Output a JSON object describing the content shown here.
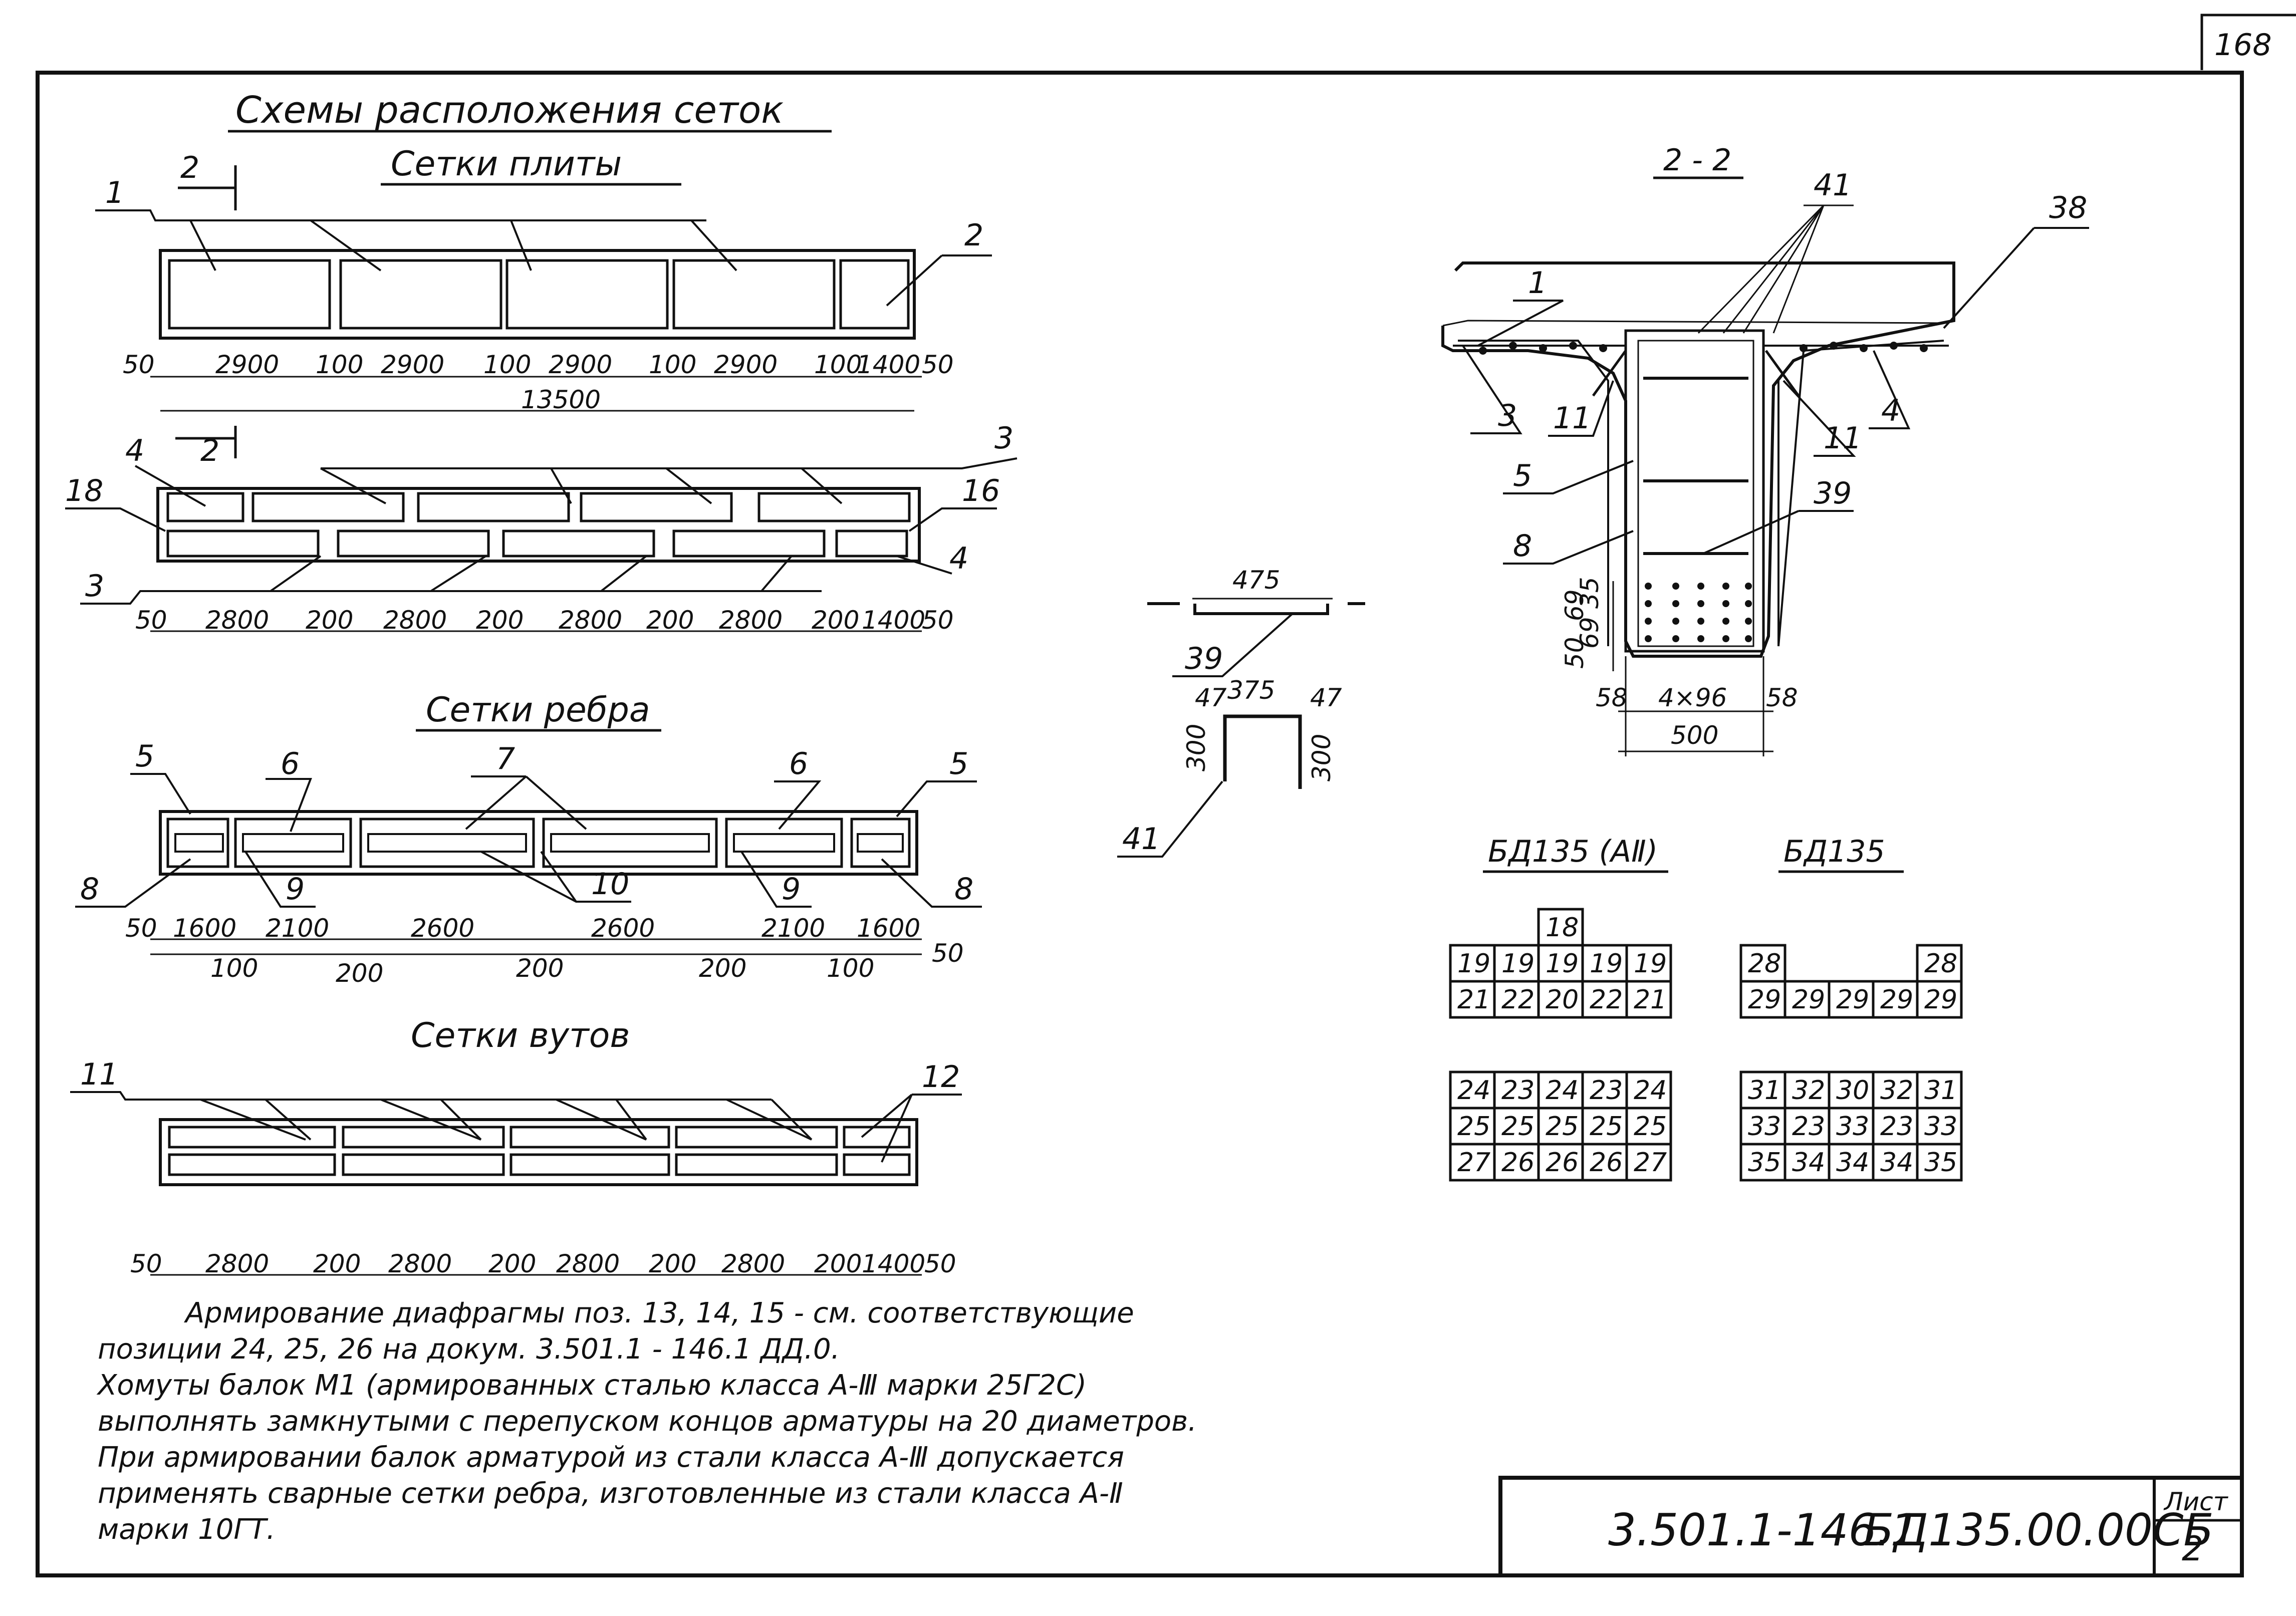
{
  "page_number": "168",
  "title": "Схемы расположения сеток",
  "plate": {
    "heading": "Сетки плиты",
    "section_mark": "2",
    "row1_markers": [
      "1",
      "2"
    ],
    "row1_dims": [
      "50",
      "2900",
      "100",
      "2900",
      "100",
      "2900",
      "100",
      "2900",
      "100",
      "1400",
      "50"
    ],
    "row1_total": "13500",
    "row2_markers": [
      "4",
      "3",
      "18",
      "16",
      "3",
      "4"
    ],
    "row2_dims": [
      "50",
      "2800",
      "200",
      "2800",
      "200",
      "2800",
      "200",
      "2800",
      "200",
      "1400",
      "50"
    ]
  },
  "rib": {
    "heading": "Сетки ребра",
    "markers": [
      "5",
      "6",
      "7",
      "6",
      "5",
      "8",
      "9",
      "10",
      "9",
      "8"
    ],
    "dims_top": [
      "50",
      "1600",
      "2100",
      "2600",
      "2600",
      "2100",
      "1600"
    ],
    "dims_bottom": [
      "100",
      "200",
      "200",
      "200",
      "100",
      "50"
    ]
  },
  "haunch": {
    "heading": "Сетки вутов",
    "markers": [
      "11",
      "12"
    ],
    "dims": [
      "50",
      "2800",
      "200",
      "2800",
      "200",
      "2800",
      "200",
      "2800",
      "200",
      "1400",
      "50"
    ]
  },
  "details": {
    "d39": {
      "mark": "39",
      "width": "475"
    },
    "d41": {
      "mark": "41",
      "top": "375",
      "side": "47",
      "height": "300"
    }
  },
  "section": {
    "title": "2 - 2",
    "markers": [
      "41",
      "38",
      "1",
      "3",
      "11",
      "11",
      "4",
      "5",
      "39",
      "8"
    ],
    "dims_left": [
      "69",
      "35",
      "69",
      "50"
    ],
    "dims_bottom": [
      "58",
      "4×96",
      "58"
    ],
    "width": "500"
  },
  "tables": {
    "left_title": "БД135 (АⅡ)",
    "right_title": "БД135",
    "left_top": [
      [
        "",
        "",
        "18",
        "",
        ""
      ],
      [
        "19",
        "19",
        "19",
        "19",
        "19"
      ],
      [
        "21",
        "22",
        "20",
        "22",
        "21"
      ]
    ],
    "left_bottom": [
      [
        "24",
        "23",
        "24",
        "23",
        "24"
      ],
      [
        "25",
        "25",
        "25",
        "25",
        "25"
      ],
      [
        "27",
        "26",
        "26",
        "26",
        "27"
      ]
    ],
    "right_top": [
      [
        "28",
        "",
        "",
        "",
        "28"
      ],
      [
        "29",
        "29",
        "29",
        "29",
        "29"
      ]
    ],
    "right_bottom": [
      [
        "31",
        "32",
        "30",
        "32",
        "31"
      ],
      [
        "33",
        "23",
        "33",
        "23",
        "33"
      ],
      [
        "35",
        "34",
        "34",
        "34",
        "35"
      ]
    ]
  },
  "notes": [
    "Армирование диафрагмы поз. 13, 14, 15 - см. соответствующие",
    "позиции 24, 25, 26 на докум. 3.501.1 - 146.1 ДД.0.",
    "Хомуты балок М1 (армированных сталью класса А-Ⅲ марки 25Г2С)",
    "выполнять замкнутыми с перепуском концов арматуры на 20 диаметров.",
    "При армировании балок арматурой из стали класса А-Ⅲ допускается",
    "применять сварные сетки ребра, изготовленные из стали класса А-Ⅱ",
    "марки 10ГТ."
  ],
  "title_block": {
    "document": "3.501.1-146.1",
    "code": "БД135.00.00СБ",
    "sheet_label": "Лист",
    "sheet_number": "2"
  }
}
